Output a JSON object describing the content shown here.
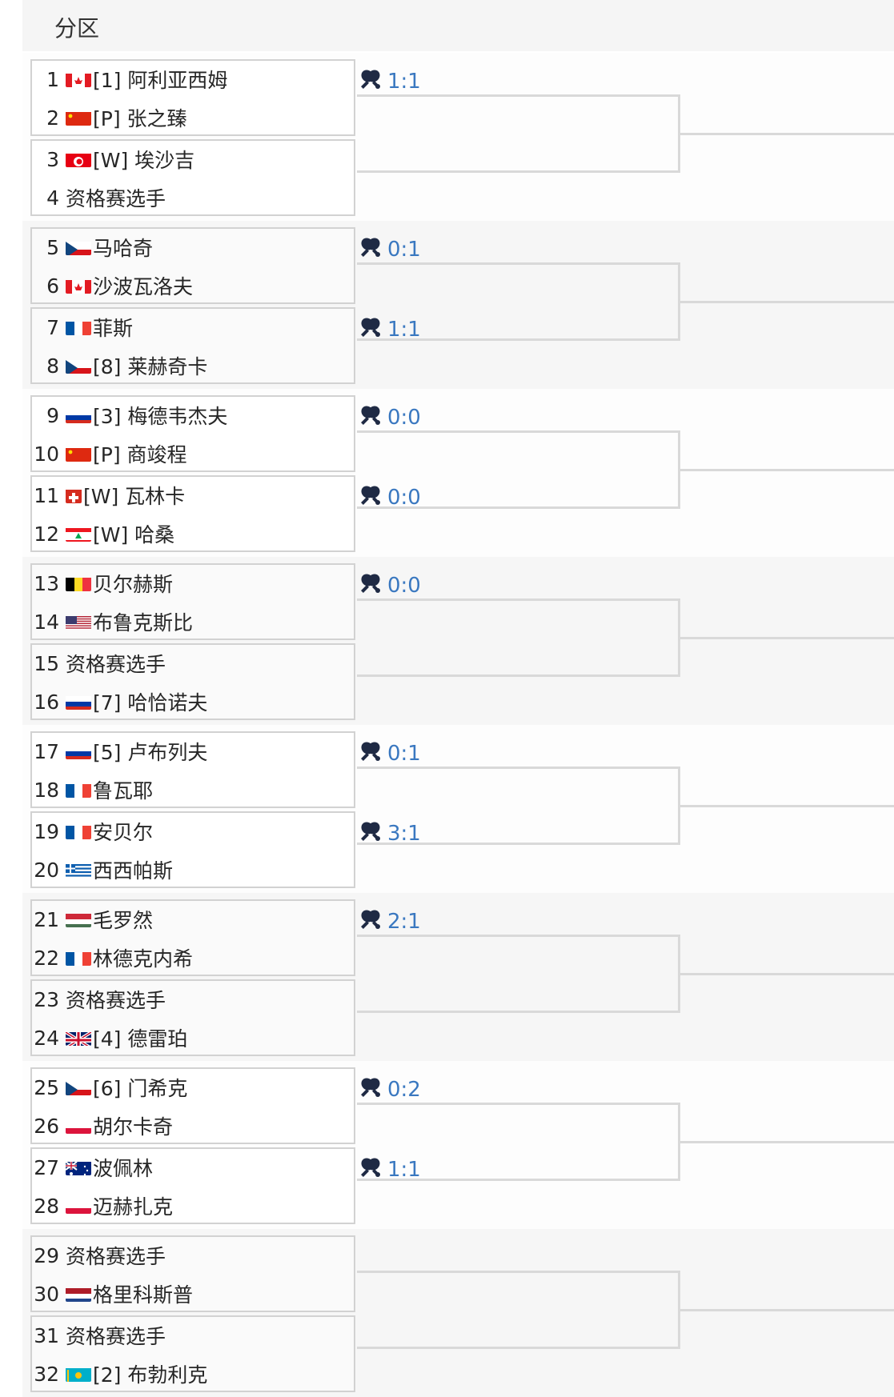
{
  "header": {
    "title": "分区"
  },
  "icon": "racket-cross-icon",
  "players": [
    {
      "num": "1",
      "flag": "canada",
      "name": "[1] 阿利亚西姆"
    },
    {
      "num": "2",
      "flag": "china",
      "name": "[P] 张之臻"
    },
    {
      "num": "3",
      "flag": "tunisia",
      "name": "[W] 埃沙吉"
    },
    {
      "num": "4",
      "flag": "",
      "name": "资格赛选手"
    },
    {
      "num": "5",
      "flag": "czech",
      "name": "马哈奇"
    },
    {
      "num": "6",
      "flag": "canada",
      "name": "沙波瓦洛夫"
    },
    {
      "num": "7",
      "flag": "france",
      "name": "菲斯"
    },
    {
      "num": "8",
      "flag": "czech",
      "name": "[8] 莱赫奇卡"
    },
    {
      "num": "9",
      "flag": "russia",
      "name": "[3] 梅德韦杰夫"
    },
    {
      "num": "10",
      "flag": "china",
      "name": "[P] 商竣程"
    },
    {
      "num": "11",
      "flag": "switzerland",
      "name": "[W] 瓦林卡"
    },
    {
      "num": "12",
      "flag": "lebanon",
      "name": "[W] 哈桑"
    },
    {
      "num": "13",
      "flag": "belgium",
      "name": "贝尔赫斯"
    },
    {
      "num": "14",
      "flag": "usa",
      "name": "布鲁克斯比"
    },
    {
      "num": "15",
      "flag": "",
      "name": "资格赛选手"
    },
    {
      "num": "16",
      "flag": "russia",
      "name": "[7] 哈恰诺夫"
    },
    {
      "num": "17",
      "flag": "russia",
      "name": "[5] 卢布列夫"
    },
    {
      "num": "18",
      "flag": "france",
      "name": "鲁瓦耶"
    },
    {
      "num": "19",
      "flag": "france",
      "name": "安贝尔"
    },
    {
      "num": "20",
      "flag": "greece",
      "name": "西西帕斯"
    },
    {
      "num": "21",
      "flag": "hungary",
      "name": "毛罗然"
    },
    {
      "num": "22",
      "flag": "france",
      "name": "林德克内希"
    },
    {
      "num": "23",
      "flag": "",
      "name": "资格赛选手"
    },
    {
      "num": "24",
      "flag": "uk",
      "name": "[4] 德雷珀"
    },
    {
      "num": "25",
      "flag": "czech",
      "name": "[6] 门希克"
    },
    {
      "num": "26",
      "flag": "poland",
      "name": "胡尔卡奇"
    },
    {
      "num": "27",
      "flag": "australia",
      "name": "波佩林"
    },
    {
      "num": "28",
      "flag": "poland",
      "name": "迈赫扎克"
    },
    {
      "num": "29",
      "flag": "",
      "name": "资格赛选手"
    },
    {
      "num": "30",
      "flag": "netherlands",
      "name": "格里科斯普"
    },
    {
      "num": "31",
      "flag": "",
      "name": "资格赛选手"
    },
    {
      "num": "32",
      "flag": "kazakhstan",
      "name": "[2] 布勃利克"
    }
  ],
  "matches": [
    {
      "score": "1:1"
    },
    {
      "score": ""
    },
    {
      "score": "0:1"
    },
    {
      "score": "1:1"
    },
    {
      "score": "0:0"
    },
    {
      "score": "0:0"
    },
    {
      "score": "0:0"
    },
    {
      "score": ""
    },
    {
      "score": "0:1"
    },
    {
      "score": "3:1"
    },
    {
      "score": "2:1"
    },
    {
      "score": ""
    },
    {
      "score": "0:2"
    },
    {
      "score": "1:1"
    },
    {
      "score": ""
    },
    {
      "score": ""
    }
  ],
  "colors": {
    "score": "#3a78c0",
    "border": "#d2d2d2"
  }
}
